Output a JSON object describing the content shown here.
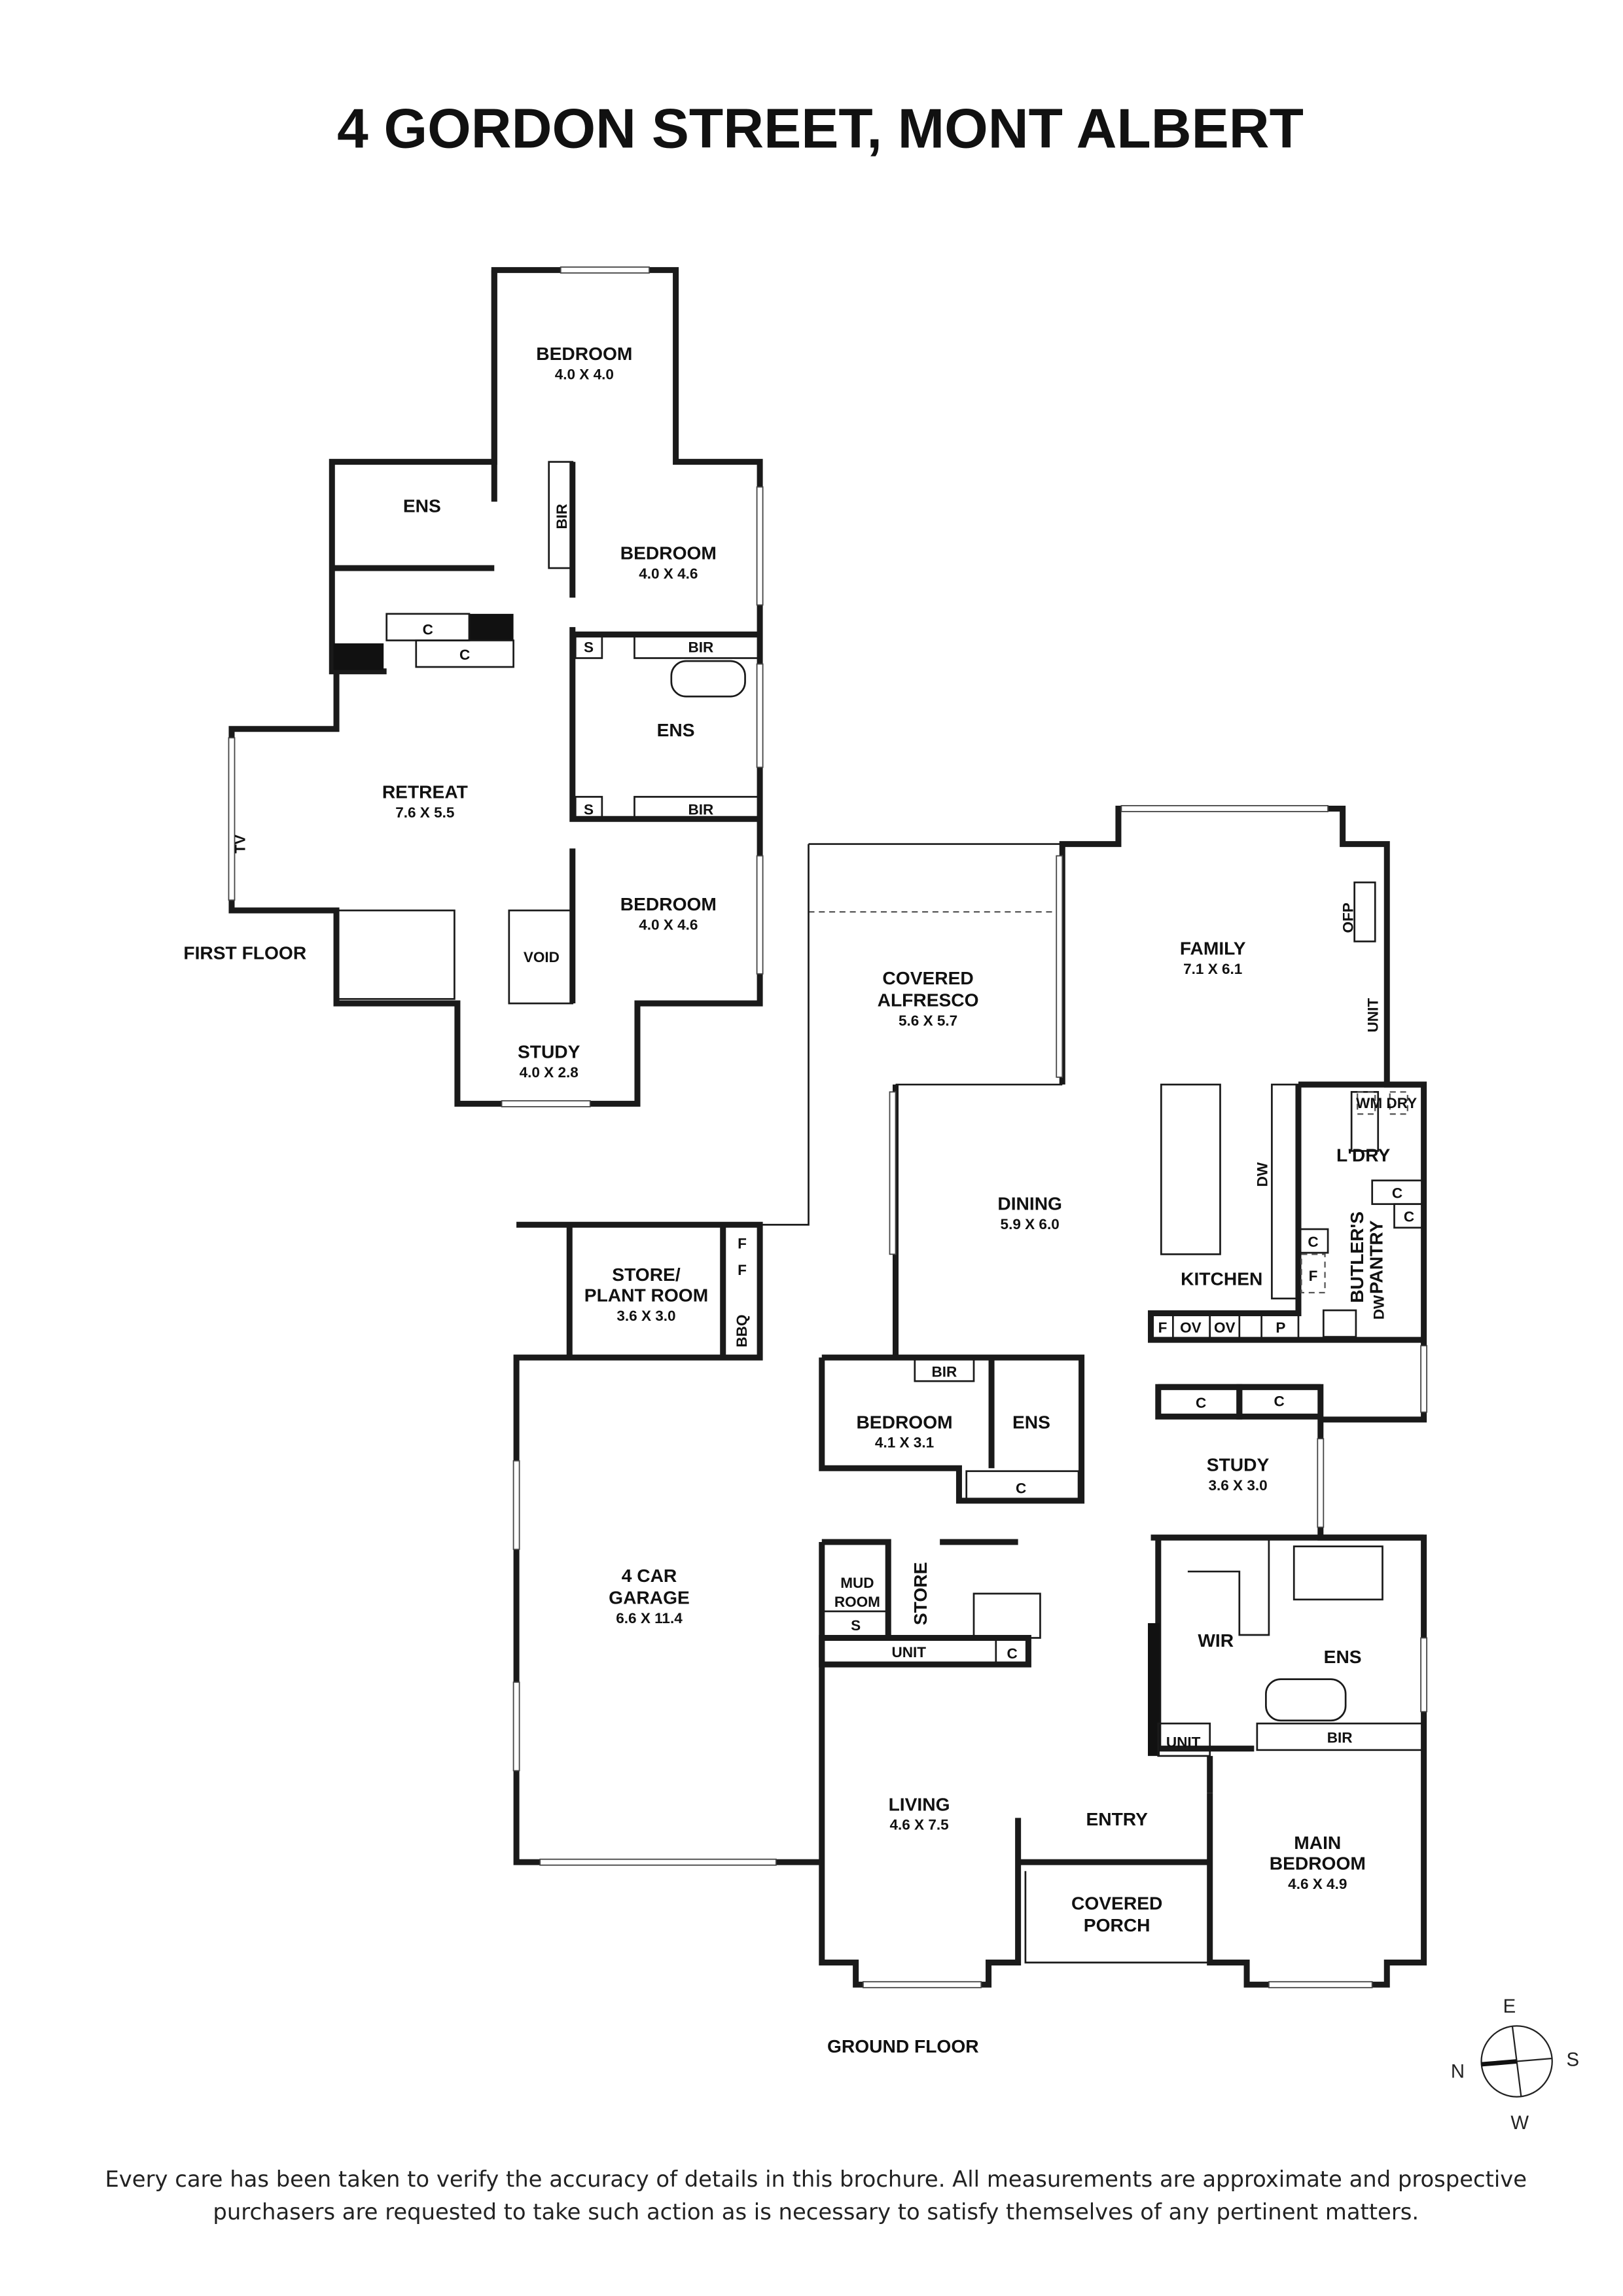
{
  "title": "4 GORDON STREET, MONT ALBERT",
  "first_floor": {
    "label": "FIRST FLOOR",
    "bedroom_top": {
      "name": "BEDROOM",
      "dims": "4.0 X 4.0"
    },
    "bedroom_mid": {
      "name": "BEDROOM",
      "dims": "4.0 X 4.6"
    },
    "bedroom_low": {
      "name": "BEDROOM",
      "dims": "4.0 X 4.6"
    },
    "ens_top": {
      "name": "ENS"
    },
    "ens_mid": {
      "name": "ENS"
    },
    "retreat": {
      "name": "RETREAT",
      "dims": "7.6 X 5.5"
    },
    "study": {
      "name": "STUDY",
      "dims": "4.0 X 2.8"
    },
    "void": {
      "name": "VOID"
    },
    "fixtures": {
      "bir_v": "BIR",
      "bir1": "BIR",
      "bir2": "BIR",
      "s1": "S",
      "s2": "S",
      "c1": "C",
      "c2": "C",
      "tv": "TV"
    }
  },
  "ground_floor": {
    "label": "GROUND FLOOR",
    "family": {
      "name": "FAMILY",
      "dims": "7.1 X 6.1"
    },
    "alfresco": {
      "name_lines": [
        "COVERED",
        "ALFRESCO"
      ],
      "dims": "5.6 X 5.7"
    },
    "dining": {
      "name": "DINING",
      "dims": "5.9 X 6.0"
    },
    "kitchen": {
      "name": "KITCHEN"
    },
    "laundry": {
      "name": "L'DRY"
    },
    "butlers_pantry": {
      "name_lines": [
        "BUTLER'S",
        "PANTRY"
      ]
    },
    "store_plant": {
      "name_lines": [
        "STORE/",
        "PLANT ROOM"
      ],
      "dims": "3.6 X 3.0"
    },
    "garage": {
      "name_lines": [
        "4 CAR",
        "GARAGE"
      ],
      "dims": "6.6 X 11.4"
    },
    "bedroom": {
      "name": "BEDROOM",
      "dims": "4.1 X 3.1"
    },
    "ens": {
      "name": "ENS"
    },
    "study": {
      "name": "STUDY",
      "dims": "3.6 X 3.0"
    },
    "mud_room": {
      "name_lines": [
        "MUD",
        "ROOM"
      ]
    },
    "store": {
      "name": "STORE"
    },
    "wir": {
      "name": "WIR"
    },
    "main_ens": {
      "name": "ENS"
    },
    "living": {
      "name": "LIVING",
      "dims": "4.6 X 7.5"
    },
    "entry": {
      "name": "ENTRY"
    },
    "porch": {
      "name_lines": [
        "COVERED",
        "PORCH"
      ]
    },
    "main_bedroom": {
      "name_lines": [
        "MAIN",
        "BEDROOM"
      ],
      "dims": "4.6 X 4.9"
    },
    "fixtures": {
      "ofp": "OFP",
      "unit_family": "UNIT",
      "wm": "WM",
      "dry": "DRY",
      "dw1": "DW",
      "dw2": "DW",
      "f1": "F",
      "f2": "F",
      "f3": "F",
      "f_pantry": "F",
      "ov1": "OV",
      "ov2": "OV",
      "p": "P",
      "c_l1": "C",
      "c_l2": "C",
      "c_p": "C",
      "c_s1": "C",
      "c_s2": "C",
      "c_bed": "C",
      "c_unit": "C",
      "bbq": "BBQ",
      "bir_bed": "BIR",
      "s_mud": "S",
      "unit_mud": "UNIT",
      "unit_main": "UNIT",
      "bir_main": "BIR"
    }
  },
  "compass": {
    "n": "N",
    "e": "E",
    "s": "S",
    "w": "W"
  },
  "footer": {
    "line1": "Every care has been taken to verify the accuracy of details in this brochure. All measurements are approximate and prospective",
    "line2": "purchasers are requested to take such action as is necessary to satisfy themselves of any pertinent matters."
  }
}
